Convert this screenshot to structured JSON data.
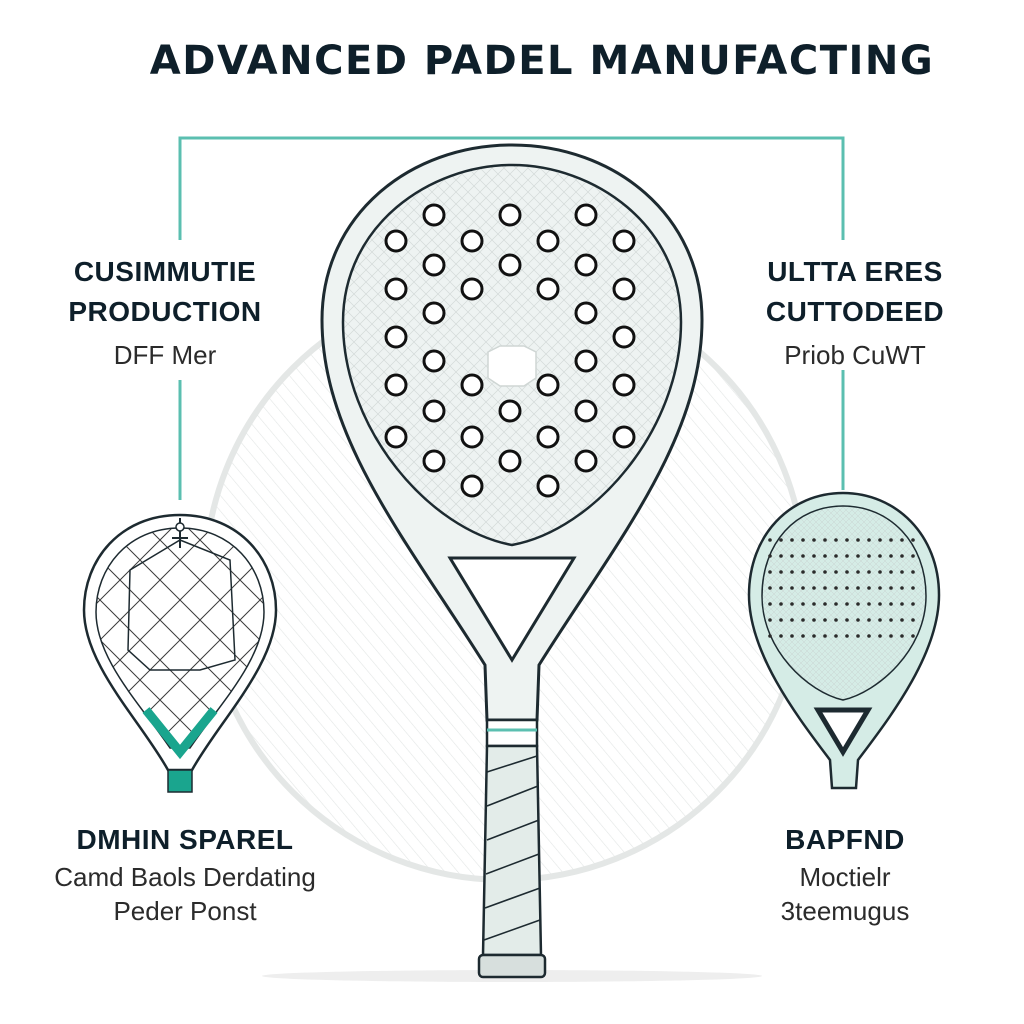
{
  "title": "ADVANCED PADEL MANUFACTING",
  "colors": {
    "accent": "#5bbfb0",
    "accent_dark": "#1aa58e",
    "ink": "#0e1f2a",
    "frame_fill": "#eef3f2",
    "grip_fill": "#e3ece9"
  },
  "left_top": {
    "heading_line1": "CUSIMMUTIE",
    "heading_line2": "PRODUCTION",
    "sub": "DFF Mer"
  },
  "right_top": {
    "heading_line1": "ULTTA ERES",
    "heading_line2": "CUTTODEED",
    "sub": "Priob CuWT"
  },
  "left_bottom": {
    "heading": "DMHIN SPAREL",
    "sub_line1": "Camd Baols Derdating",
    "sub_line2": "Peder Ponst"
  },
  "right_bottom": {
    "heading": "BAPFND",
    "sub_line1": "Moctielr",
    "sub_line2": "3teemugus"
  },
  "icons": {
    "main_racket": "padel-racket-icon",
    "left_racket": "racket-core-icon",
    "right_racket": "racket-mesh-icon"
  }
}
